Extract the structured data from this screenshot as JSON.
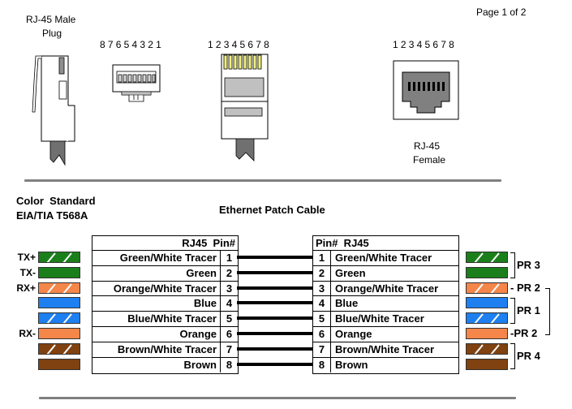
{
  "page_indicator": "Page 1 of 2",
  "connectors": {
    "male_plug_label": [
      "RJ-45 Male",
      "Plug"
    ],
    "plug_front_pin_order": "87654321",
    "plug_top_pin_order": "12345678",
    "jack_pin_order": "12345678",
    "female_label": [
      "RJ-45",
      "Female"
    ]
  },
  "standard": {
    "title_line1": "Color  Standard",
    "title_line2": "EIA/TIA T568A"
  },
  "cable_title": "Ethernet Patch Cable",
  "left_table": {
    "header": "RJ45  Pin#"
  },
  "right_table": {
    "header": "Pin#  RJ45"
  },
  "colors": {
    "green": "#1a7f1a",
    "orange": "#f4864a",
    "blue": "#1e7ff0",
    "brown": "#7f4210",
    "rule": "#808080",
    "plug_gold": "#f0f080"
  },
  "pins": [
    {
      "pin": "1",
      "name": "Green/White Tracer",
      "color": "green",
      "striped": true,
      "signal": "TX+"
    },
    {
      "pin": "2",
      "name": "Green",
      "color": "green",
      "striped": false,
      "signal": "TX-"
    },
    {
      "pin": "3",
      "name": "Orange/White Tracer",
      "color": "orange",
      "striped": true,
      "signal": "RX+"
    },
    {
      "pin": "4",
      "name": "Blue",
      "color": "blue",
      "striped": false,
      "signal": ""
    },
    {
      "pin": "5",
      "name": "Blue/White Tracer",
      "color": "blue",
      "striped": true,
      "signal": ""
    },
    {
      "pin": "6",
      "name": "Orange",
      "color": "orange",
      "striped": false,
      "signal": "RX-"
    },
    {
      "pin": "7",
      "name": "Brown/White Tracer",
      "color": "brown",
      "striped": true,
      "signal": ""
    },
    {
      "pin": "8",
      "name": "Brown",
      "color": "brown",
      "striped": false,
      "signal": ""
    }
  ],
  "pairs": {
    "pr3": "PR 3",
    "pr2_top": "- PR 2",
    "pr1": "PR 1",
    "pr2_bottom": "-PR 2",
    "pr4": "PR 4"
  }
}
